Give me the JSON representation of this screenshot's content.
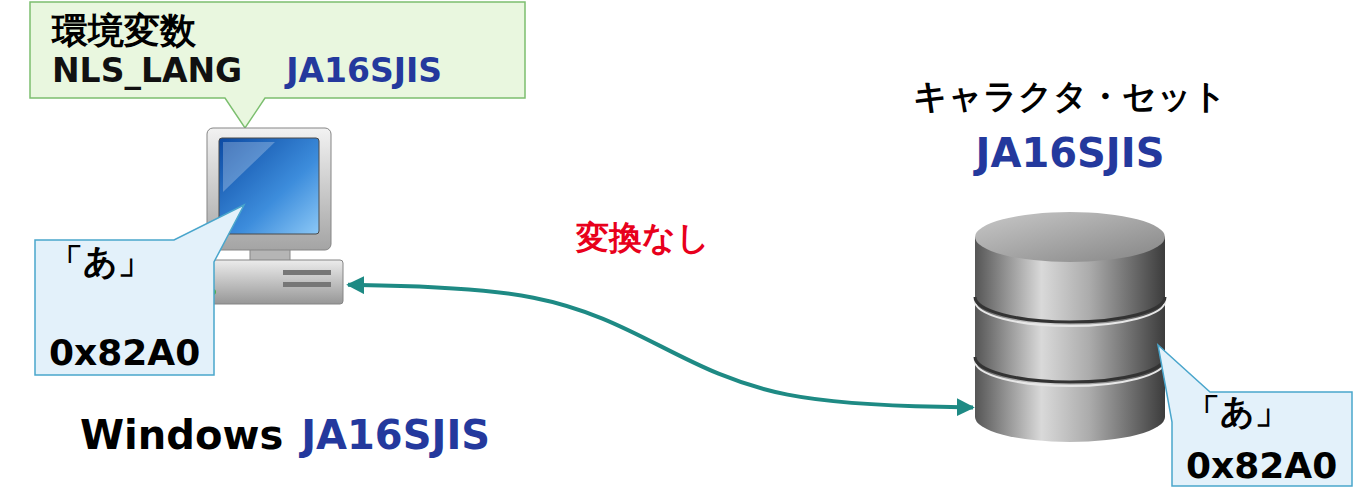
{
  "diagram": {
    "nodes": [
      {
        "text": [
          "環境変数",
          "NLS_LANG",
          "JA16SJIS"
        ]
      },
      {
        "text": [
          "Windows",
          "JA16SJIS"
        ]
      },
      {
        "text": [
          "「あ」",
          "0x82A0"
        ]
      },
      {
        "text": [
          "キャラクタ・セット",
          "JA16SJIS"
        ]
      },
      {
        "text": [
          "「あ」",
          "0x82A0"
        ]
      }
    ],
    "edges": [
      {
        "from": 1,
        "to": 3,
        "arrow": "both",
        "label": "変換なし"
      }
    ]
  }
}
